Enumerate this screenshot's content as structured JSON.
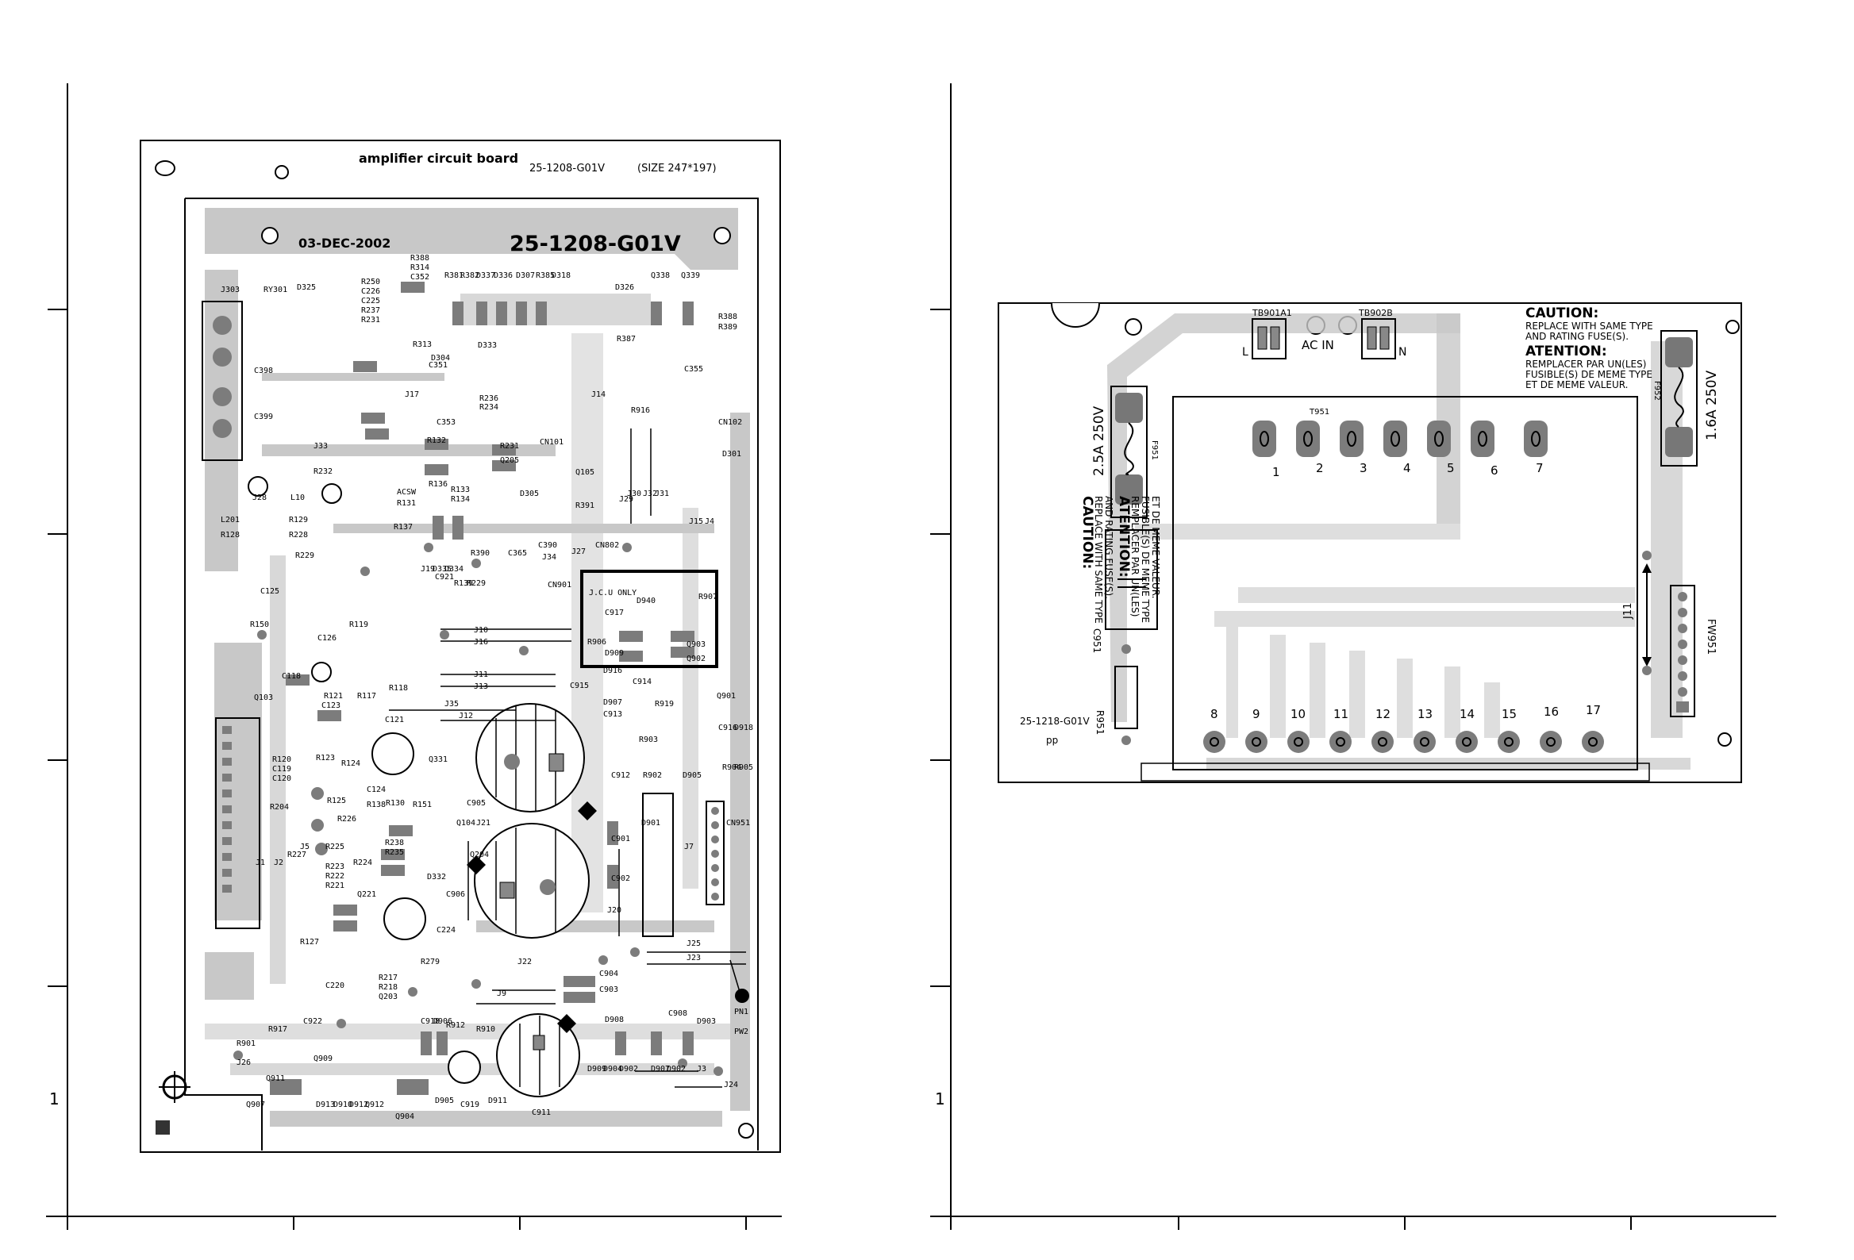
{
  "frame": {
    "left_mark": "1",
    "right_mark": "1"
  },
  "amp_board": {
    "title": "amplifier circuit board",
    "part_number": "25-1208-G01V",
    "size": "(SIZE 247*197)",
    "date": "03-DEC-2002",
    "big_part_number": "25-1208-G01V",
    "labels": [
      "J303",
      "RY301",
      "D325",
      "R250",
      "C226",
      "C225",
      "R237",
      "R231",
      "R388",
      "R314",
      "C352",
      "R381",
      "R382",
      "D337",
      "D336",
      "D307",
      "R385",
      "D318",
      "D326",
      "Q339",
      "Q338",
      "R388",
      "R389",
      "R387",
      "C355",
      "C398",
      "C399",
      "R313",
      "D333",
      "D304",
      "C351",
      "J17",
      "R236",
      "R234",
      "C353",
      "CN101",
      "J14",
      "R916",
      "CN102",
      "J33",
      "R232",
      "R132",
      "R231",
      "Q205",
      "Q105",
      "R136",
      "R133",
      "R134",
      "D305",
      "R391",
      "D301",
      "ACSW",
      "R131",
      "R137",
      "J28",
      "L10",
      "L201",
      "R128",
      "R129",
      "R228",
      "R229",
      "J19",
      "D335",
      "D334",
      "R390",
      "C365",
      "C390",
      "J34",
      "J30",
      "J32",
      "J31",
      "J29",
      "J15",
      "J4",
      "J27",
      "C921",
      "R139",
      "R229",
      "CN901",
      "CN802",
      "R907",
      "J.C.U ONLY",
      "C917",
      "D940",
      "R906",
      "D909",
      "Q903",
      "Q902",
      "C125",
      "R150",
      "C126",
      "R119",
      "J10",
      "J16",
      "J11",
      "J13",
      "J35",
      "J12",
      "C118",
      "R117",
      "R118",
      "Q103",
      "R121",
      "C123",
      "C121",
      "D916",
      "C915",
      "C914",
      "Q901",
      "D907",
      "C913",
      "R919",
      "C916",
      "D918",
      "R120",
      "C119",
      "C120",
      "R123",
      "R124",
      "C124",
      "Q331",
      "R125",
      "R138",
      "R151",
      "C905",
      "R903",
      "C912",
      "R902",
      "R904",
      "R905",
      "D905",
      "R226",
      "R130",
      "R204",
      "J1",
      "J2",
      "R227",
      "J5",
      "R225",
      "R223",
      "R222",
      "R221",
      "R224",
      "R238",
      "R235",
      "Q104",
      "Q204",
      "J21",
      "D332",
      "C906",
      "C901",
      "C902",
      "D901",
      "CN951",
      "J7",
      "J20",
      "Q221",
      "C224",
      "R127",
      "R279",
      "J22",
      "J25",
      "J23",
      "J9",
      "C904",
      "C903",
      "C220",
      "R217",
      "R218",
      "Q203",
      "C922",
      "C918",
      "D906",
      "R912",
      "R910",
      "D908",
      "C908",
      "D903",
      "PN1",
      "PW2",
      "R901",
      "R917",
      "J26",
      "Q909",
      "Q911",
      "Q907",
      "D913",
      "D910",
      "D912",
      "Q912",
      "Q904",
      "D905",
      "C919",
      "D911",
      "C911",
      "D909",
      "D904",
      "D902",
      "D907",
      "D902",
      "J3",
      "J24"
    ]
  },
  "psu_board": {
    "caution_title": "CAUTION:",
    "caution_line1": "REPLACE WITH SAME TYPE",
    "caution_line2": "AND RATING FUSE(S).",
    "atention_title": "ATENTION:",
    "atention_line1": "REMPLACER PAR UN(LES)",
    "atention_line2": "FUSIBLE(S) DE MEME TYPE",
    "atention_line3": "ET DE MEME VALEUR.",
    "connector_a": "TB901A1",
    "connector_b": "TB902B",
    "ac_in": "AC IN",
    "l_label": "L",
    "n_label": "N",
    "fuse1_rating": "2.5A 250V",
    "fuse1_name": "F951",
    "fuse2_rating": "1.6A 250V",
    "fuse2_name": "F952",
    "transformer": "T951",
    "capacitor": "C951",
    "resistor": "R951",
    "jumper": "J11",
    "connector_fw": "FW951",
    "part_number": "25-1218-G01V",
    "pp": "pp",
    "pin_top": [
      "1",
      "2",
      "3",
      "4",
      "5",
      "6",
      "7"
    ],
    "pin_bottom": [
      "8",
      "9",
      "10",
      "11",
      "12",
      "13",
      "14",
      "15",
      "16",
      "17"
    ]
  }
}
